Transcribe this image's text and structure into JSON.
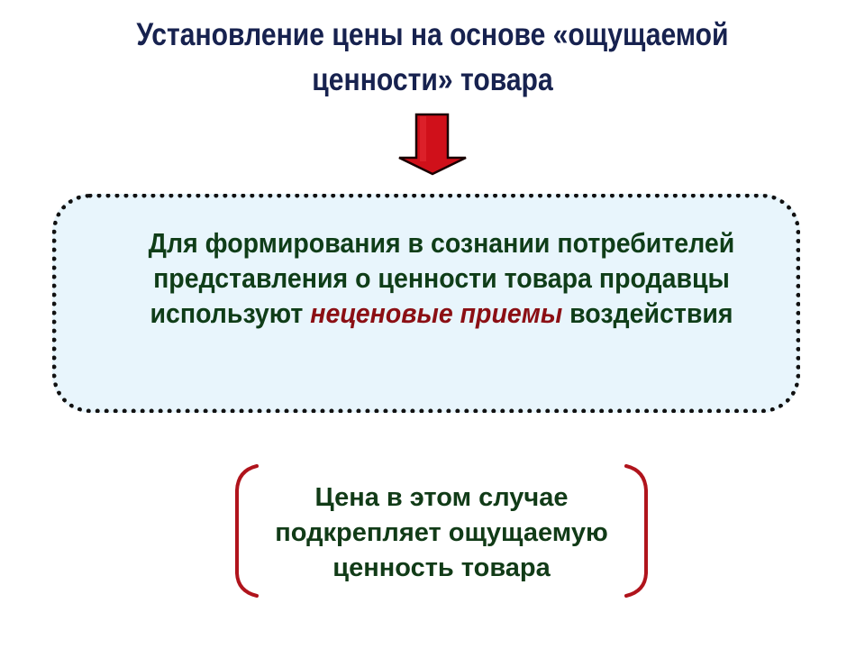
{
  "title": {
    "line1": "Установление цены на основе «ощущаемой",
    "line2": "ценности» товара"
  },
  "arrow": {
    "icon": "down-arrow-icon",
    "color": "#d0101a"
  },
  "box": {
    "text_before": "Для формирования в сознании потребителей представления о ценности товара продавцы используют ",
    "highlight": "неценовые приемы",
    "text_after": " воздействия",
    "highlight_color": "#8b0f14",
    "background": "#e8f5fc"
  },
  "conclusion": {
    "line1": "Цена в этом случае",
    "line2": "подкрепляет ощущаемую",
    "line3": "ценность товара",
    "bracket_color": "#b0141c"
  },
  "colors": {
    "title": "#17224f",
    "body_text": "#0f3d18"
  }
}
